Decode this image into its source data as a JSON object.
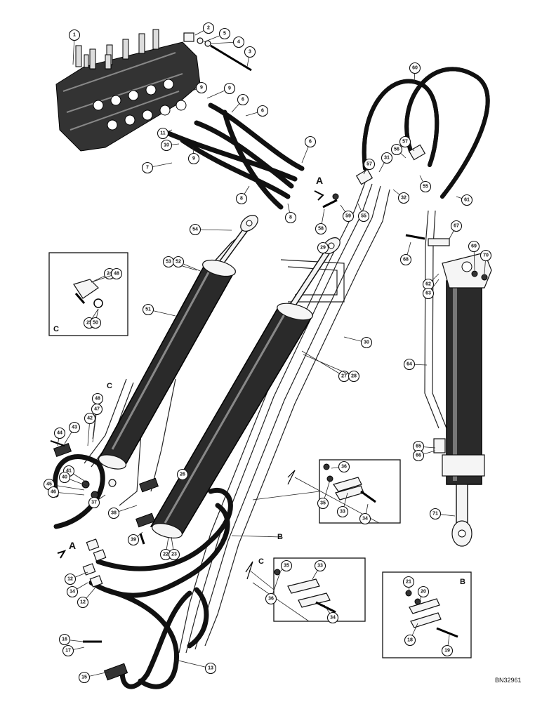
{
  "drawing_number": "BN32961",
  "view_letters": [
    "C",
    "B",
    "C",
    "B",
    "C"
  ],
  "view_arrows": [
    "A",
    "A"
  ],
  "callouts": [
    "1",
    "2",
    "5",
    "4",
    "3",
    "9",
    "9",
    "6",
    "6",
    "11",
    "10",
    "9",
    "7",
    "8",
    "6",
    "8",
    "31",
    "56",
    "57",
    "57",
    "55",
    "32",
    "59",
    "55",
    "58",
    "60",
    "61",
    "67",
    "68",
    "62",
    "63",
    "69",
    "70",
    "54",
    "53",
    "52",
    "29",
    "24",
    "48",
    "25",
    "50",
    "51",
    "30",
    "27",
    "28",
    "64",
    "48",
    "47",
    "42",
    "43",
    "44",
    "41",
    "40",
    "45",
    "46",
    "37",
    "38",
    "39",
    "26",
    "65",
    "66",
    "71",
    "36",
    "35",
    "33",
    "34",
    "22",
    "23",
    "12",
    "14",
    "12",
    "13",
    "15",
    "16",
    "17",
    "35",
    "33",
    "36",
    "34",
    "21",
    "20",
    "18",
    "19"
  ]
}
